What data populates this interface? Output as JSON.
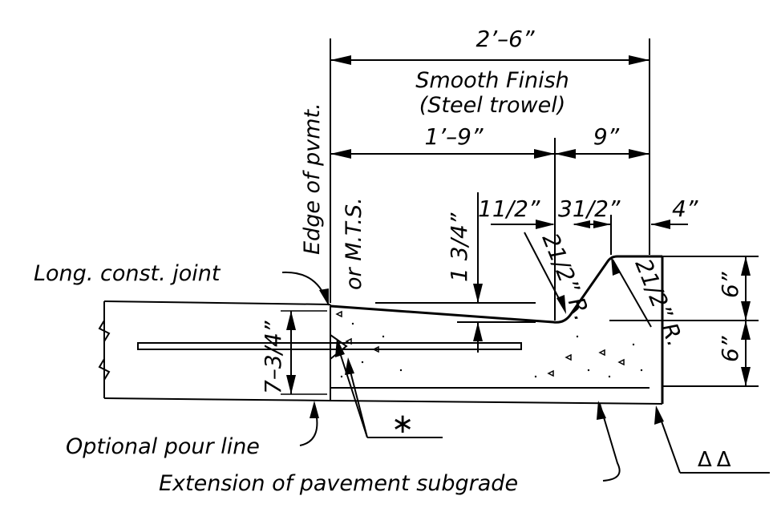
{
  "dimensions": {
    "overall_width": "2’–6”",
    "left_width": "1’–9”",
    "right_width": "9”",
    "crown_drop": "1 3/4”",
    "left_offset": "11/2”",
    "middle_offset": "31/2”",
    "back_offset": "4”",
    "upper_height": "6”",
    "lower_height": "6”",
    "edge_thickness": "7–3/4”",
    "front_radius": "21/2” R.",
    "back_radius": "21/2” R."
  },
  "labels": {
    "finish_line1": "Smooth Finish",
    "finish_line2": "(Steel trowel)",
    "edge_of_pavement": "Edge of pvmt.",
    "mts": "or M.T.S.",
    "long_joint": "Long. const. joint",
    "pour_line": "Optional pour line",
    "subgrade": "Extension of pavement subgrade",
    "asterisk": "∗",
    "delta_note": "ΔΔ"
  }
}
